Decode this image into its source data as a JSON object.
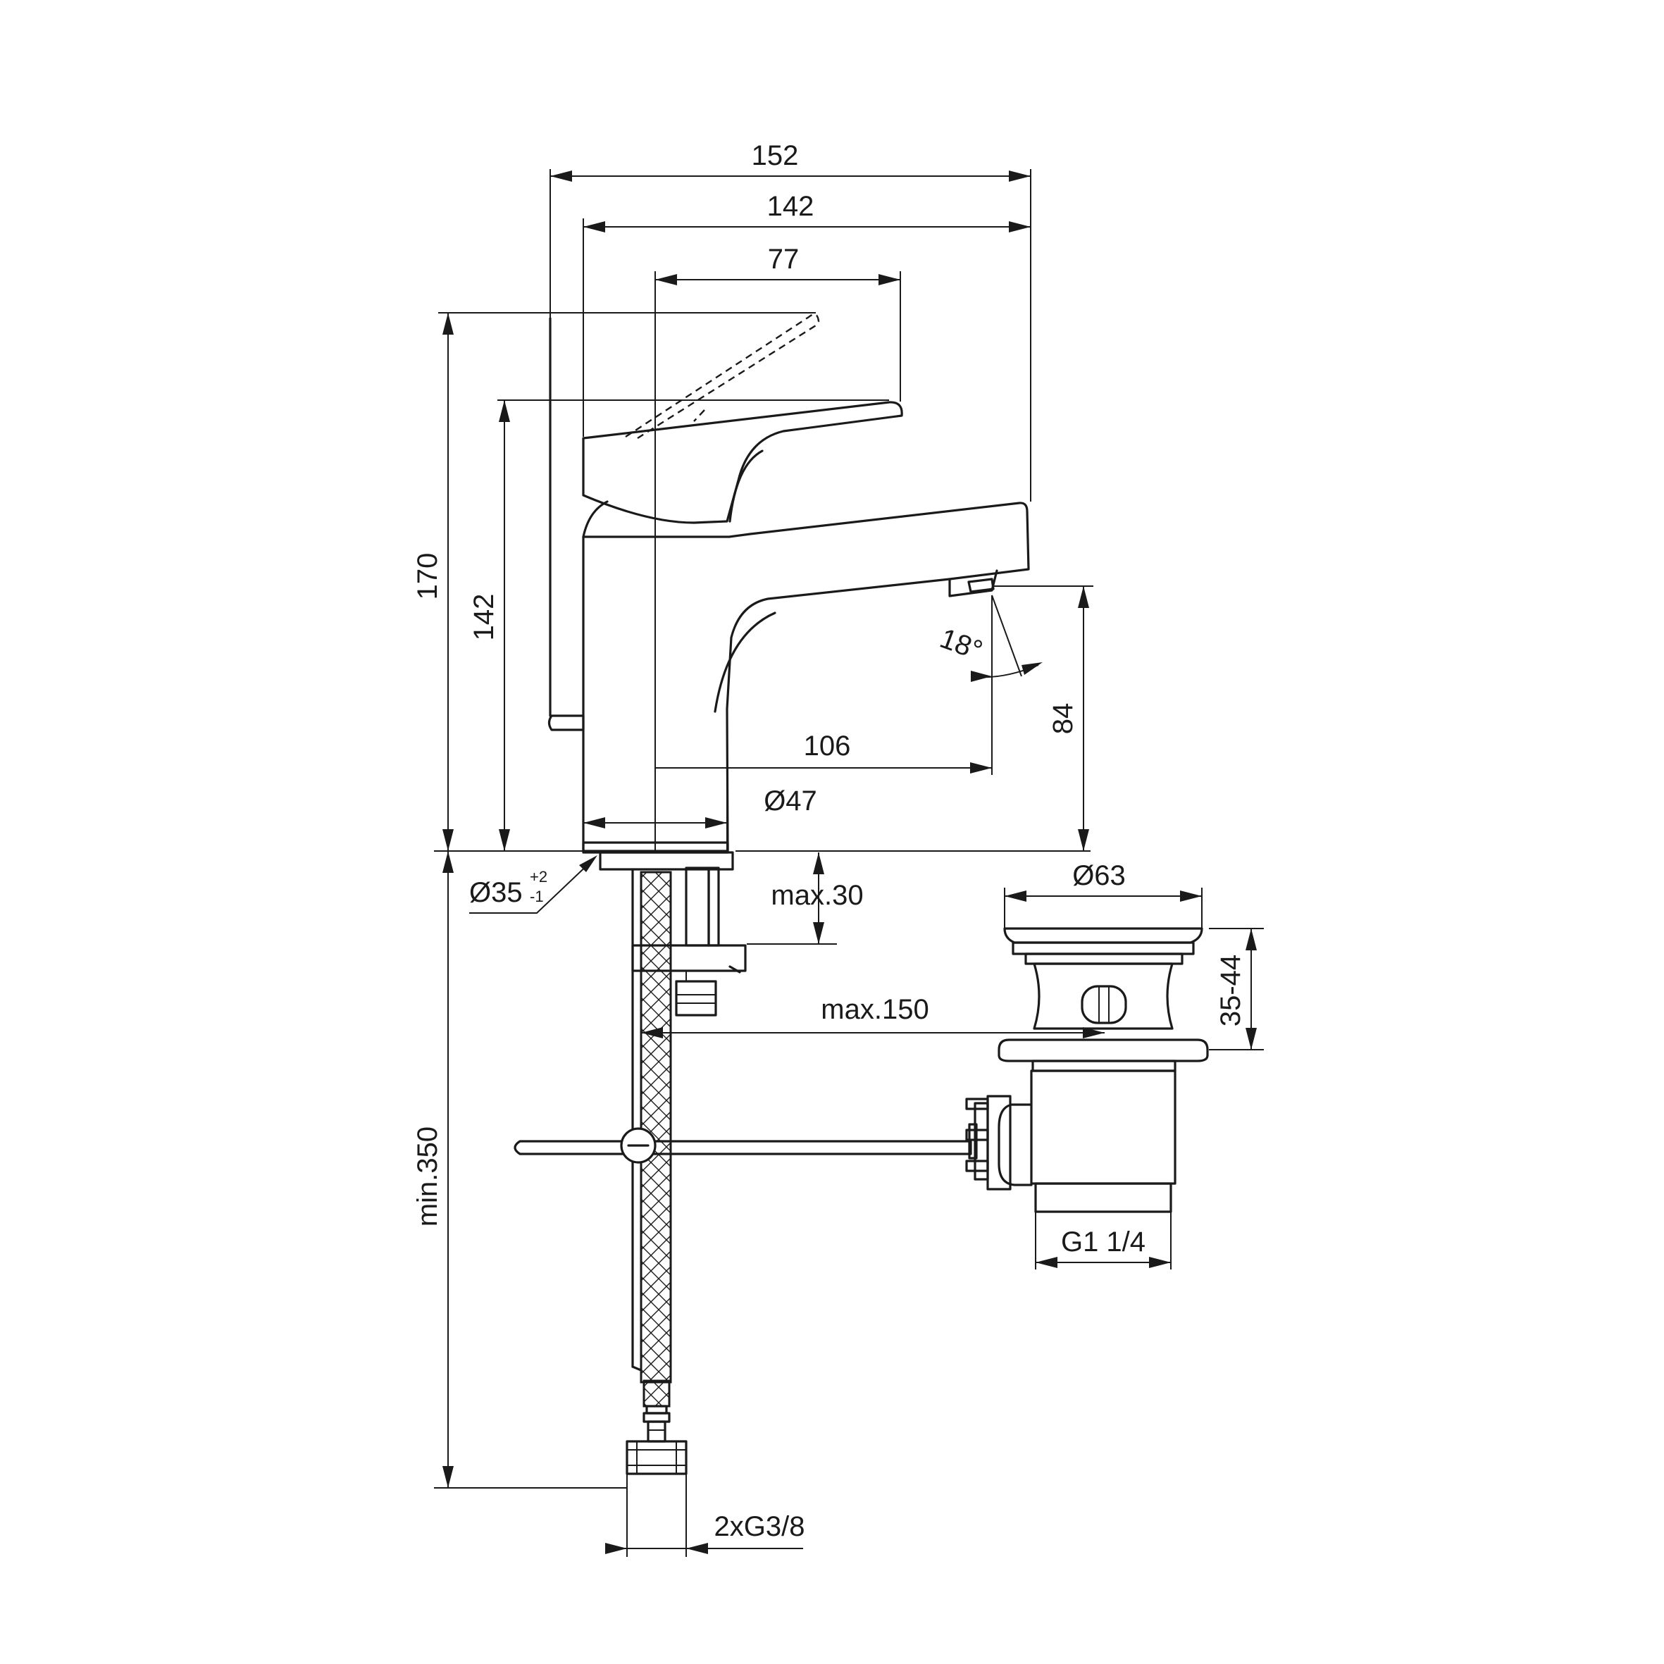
{
  "diagram": {
    "dimensions": {
      "width_total": "152",
      "width_spout": "142",
      "lever_reach": "77",
      "height_total": "170",
      "height_lever": "142",
      "outlet_height": "84",
      "spout_projection": "106",
      "body_diameter": "Ø47",
      "hole_diameter": "Ø35",
      "hole_tol_plus": "+2",
      "hole_tol_minus": "-1",
      "max_deck": "max.30",
      "max_offset": "max.150",
      "flex_length": "min.350",
      "connections": "2xG3/8",
      "waste_diameter": "Ø63",
      "waste_height": "35-44",
      "waste_thread": "G1 1/4",
      "spray_angle": "18°"
    }
  }
}
